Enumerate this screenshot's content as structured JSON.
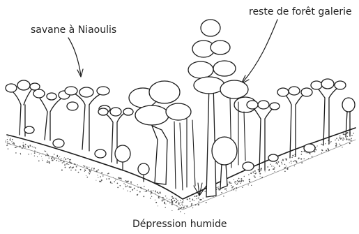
{
  "labels": {
    "savane": "savane à Niaoulis",
    "reste_foret": "reste de forêt galerie",
    "depression": "Dépression humide"
  },
  "colors": {
    "ink": "#1c1c1c",
    "background": "#ffffff",
    "ground_dots": "#555555"
  }
}
